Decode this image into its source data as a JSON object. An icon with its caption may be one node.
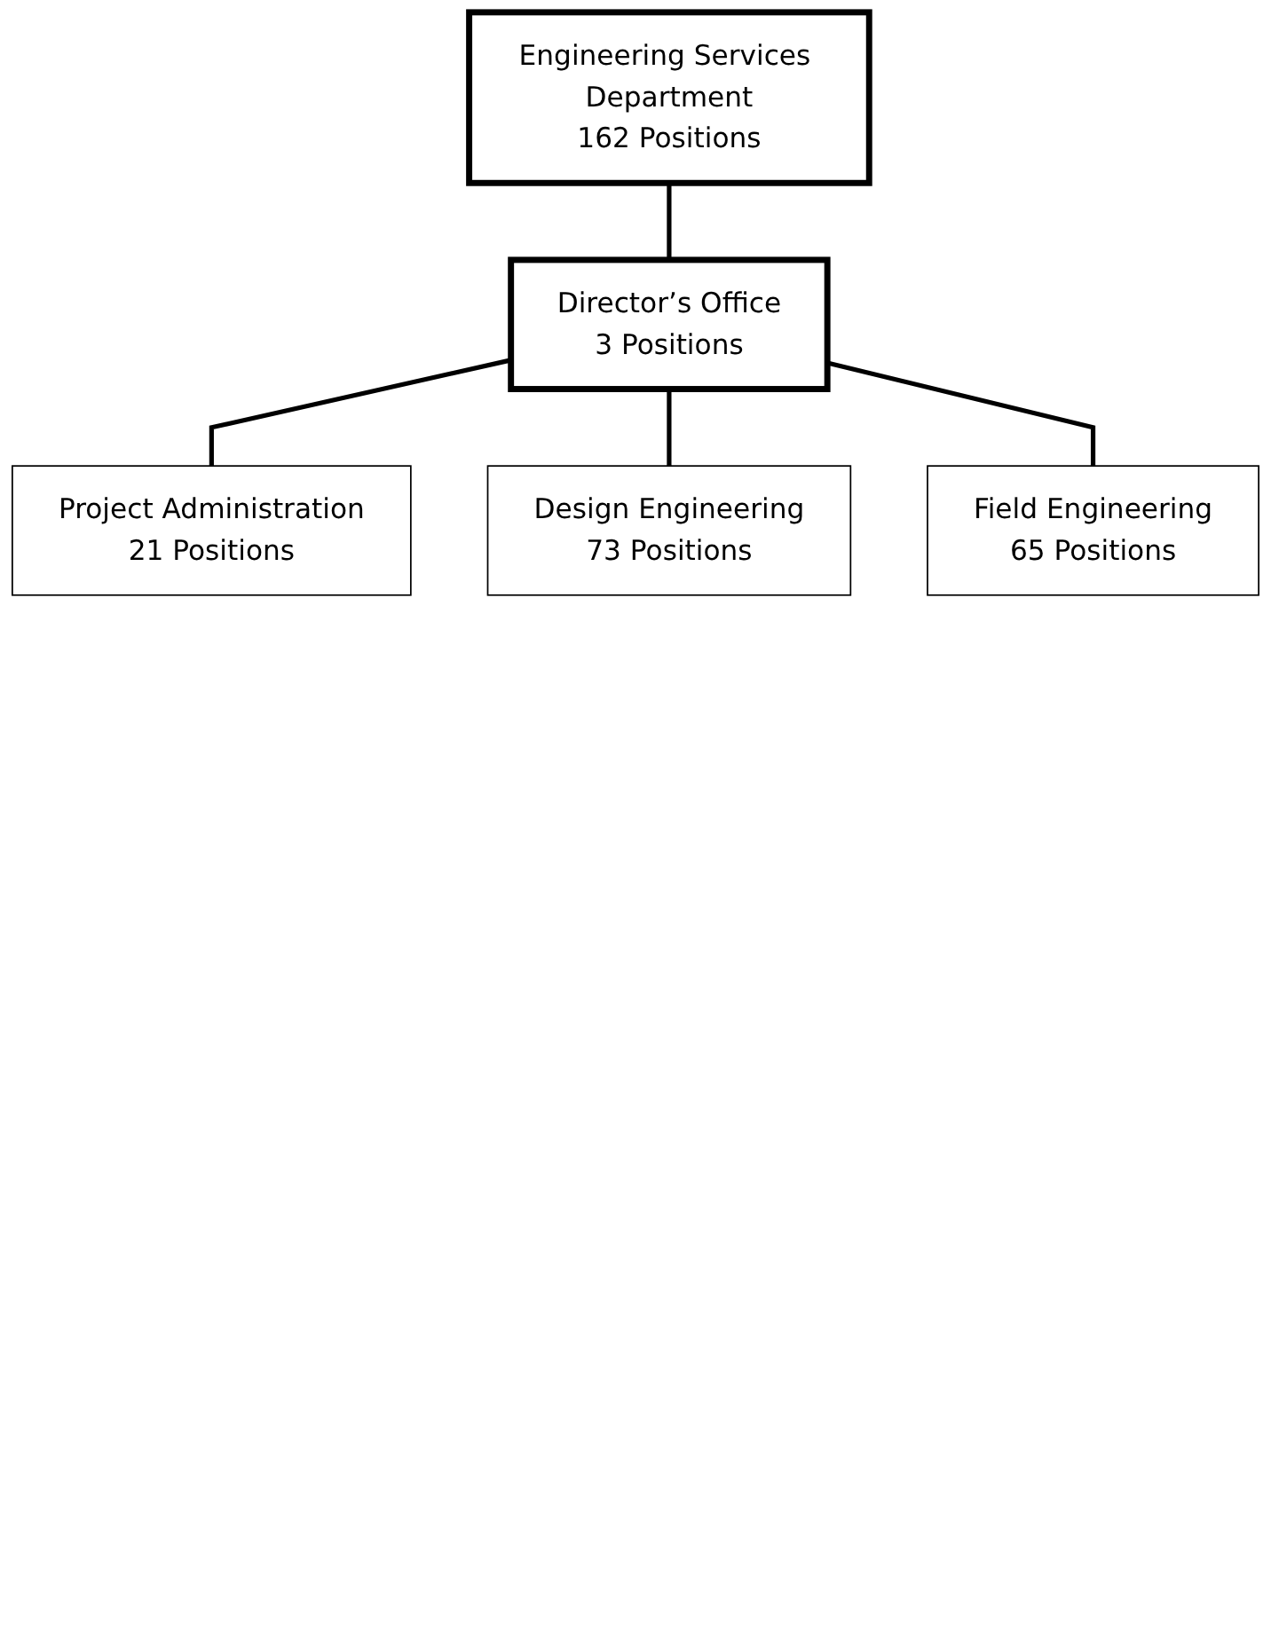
{
  "diagram": {
    "nodes": [
      {
        "text": [
          "Engineering Services Department",
          "162 Positions"
        ]
      },
      {
        "text": [
          "Director’s Office",
          "3 Positions"
        ]
      },
      {
        "text": [
          "Project Administration",
          "21 Positions"
        ]
      },
      {
        "text": [
          "Design Engineering",
          "73 Positions"
        ]
      },
      {
        "text": [
          "Field Engineering",
          "65 Positions"
        ]
      }
    ],
    "edges": [
      {
        "from": 0,
        "to": 1,
        "arrow": "none"
      },
      {
        "from": 1,
        "to": 2,
        "arrow": "none"
      },
      {
        "from": 1,
        "to": 3,
        "arrow": "none"
      },
      {
        "from": 1,
        "to": 4,
        "arrow": "none"
      }
    ]
  }
}
